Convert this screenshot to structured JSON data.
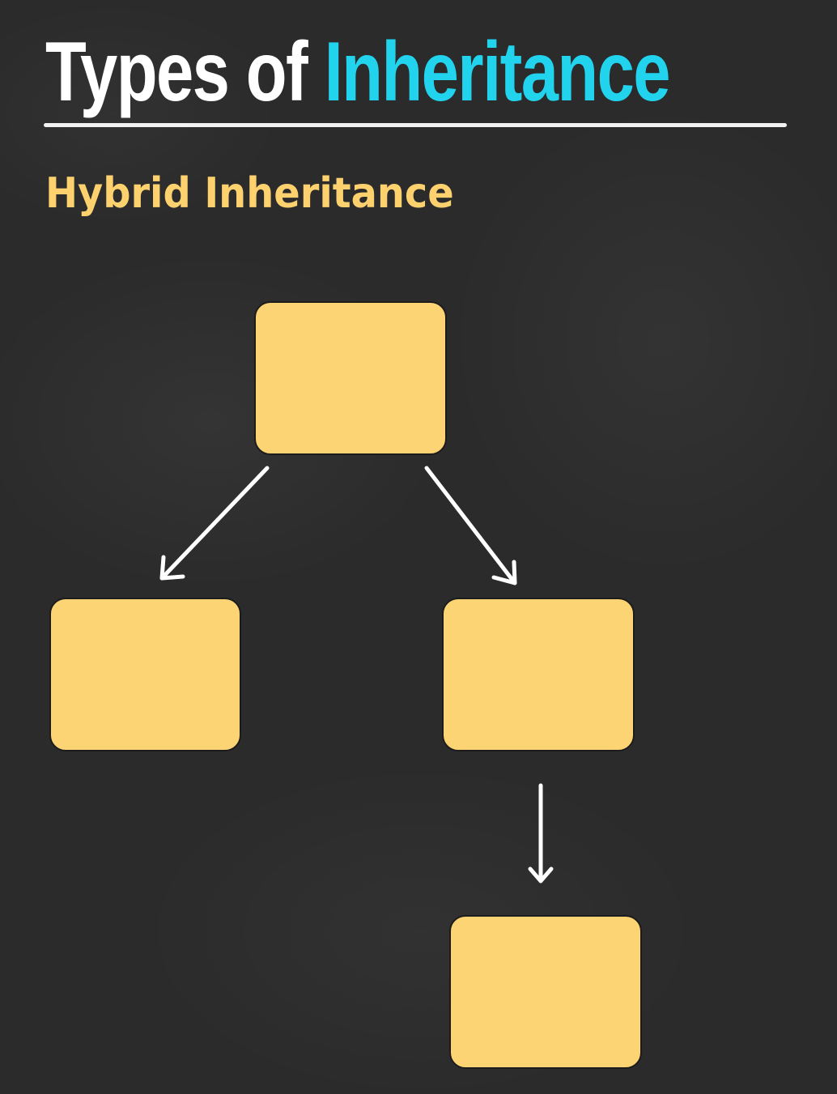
{
  "header": {
    "title_part1": "Types of",
    "title_part2": "Inheritance"
  },
  "subtitle": "Hybrid Inheritance",
  "colors": {
    "background": "#2b2b2b",
    "title": "#ffffff",
    "title_accent": "#22d3ee",
    "subtitle": "#fcd16e",
    "box_fill": "#fdd473",
    "arrow": "#ffffff"
  },
  "diagram": {
    "nodes": [
      {
        "id": "top",
        "label": ""
      },
      {
        "id": "left",
        "label": ""
      },
      {
        "id": "right",
        "label": ""
      },
      {
        "id": "bottom",
        "label": ""
      }
    ],
    "edges": [
      {
        "from": "top",
        "to": "left"
      },
      {
        "from": "top",
        "to": "right"
      },
      {
        "from": "right",
        "to": "bottom"
      }
    ]
  }
}
